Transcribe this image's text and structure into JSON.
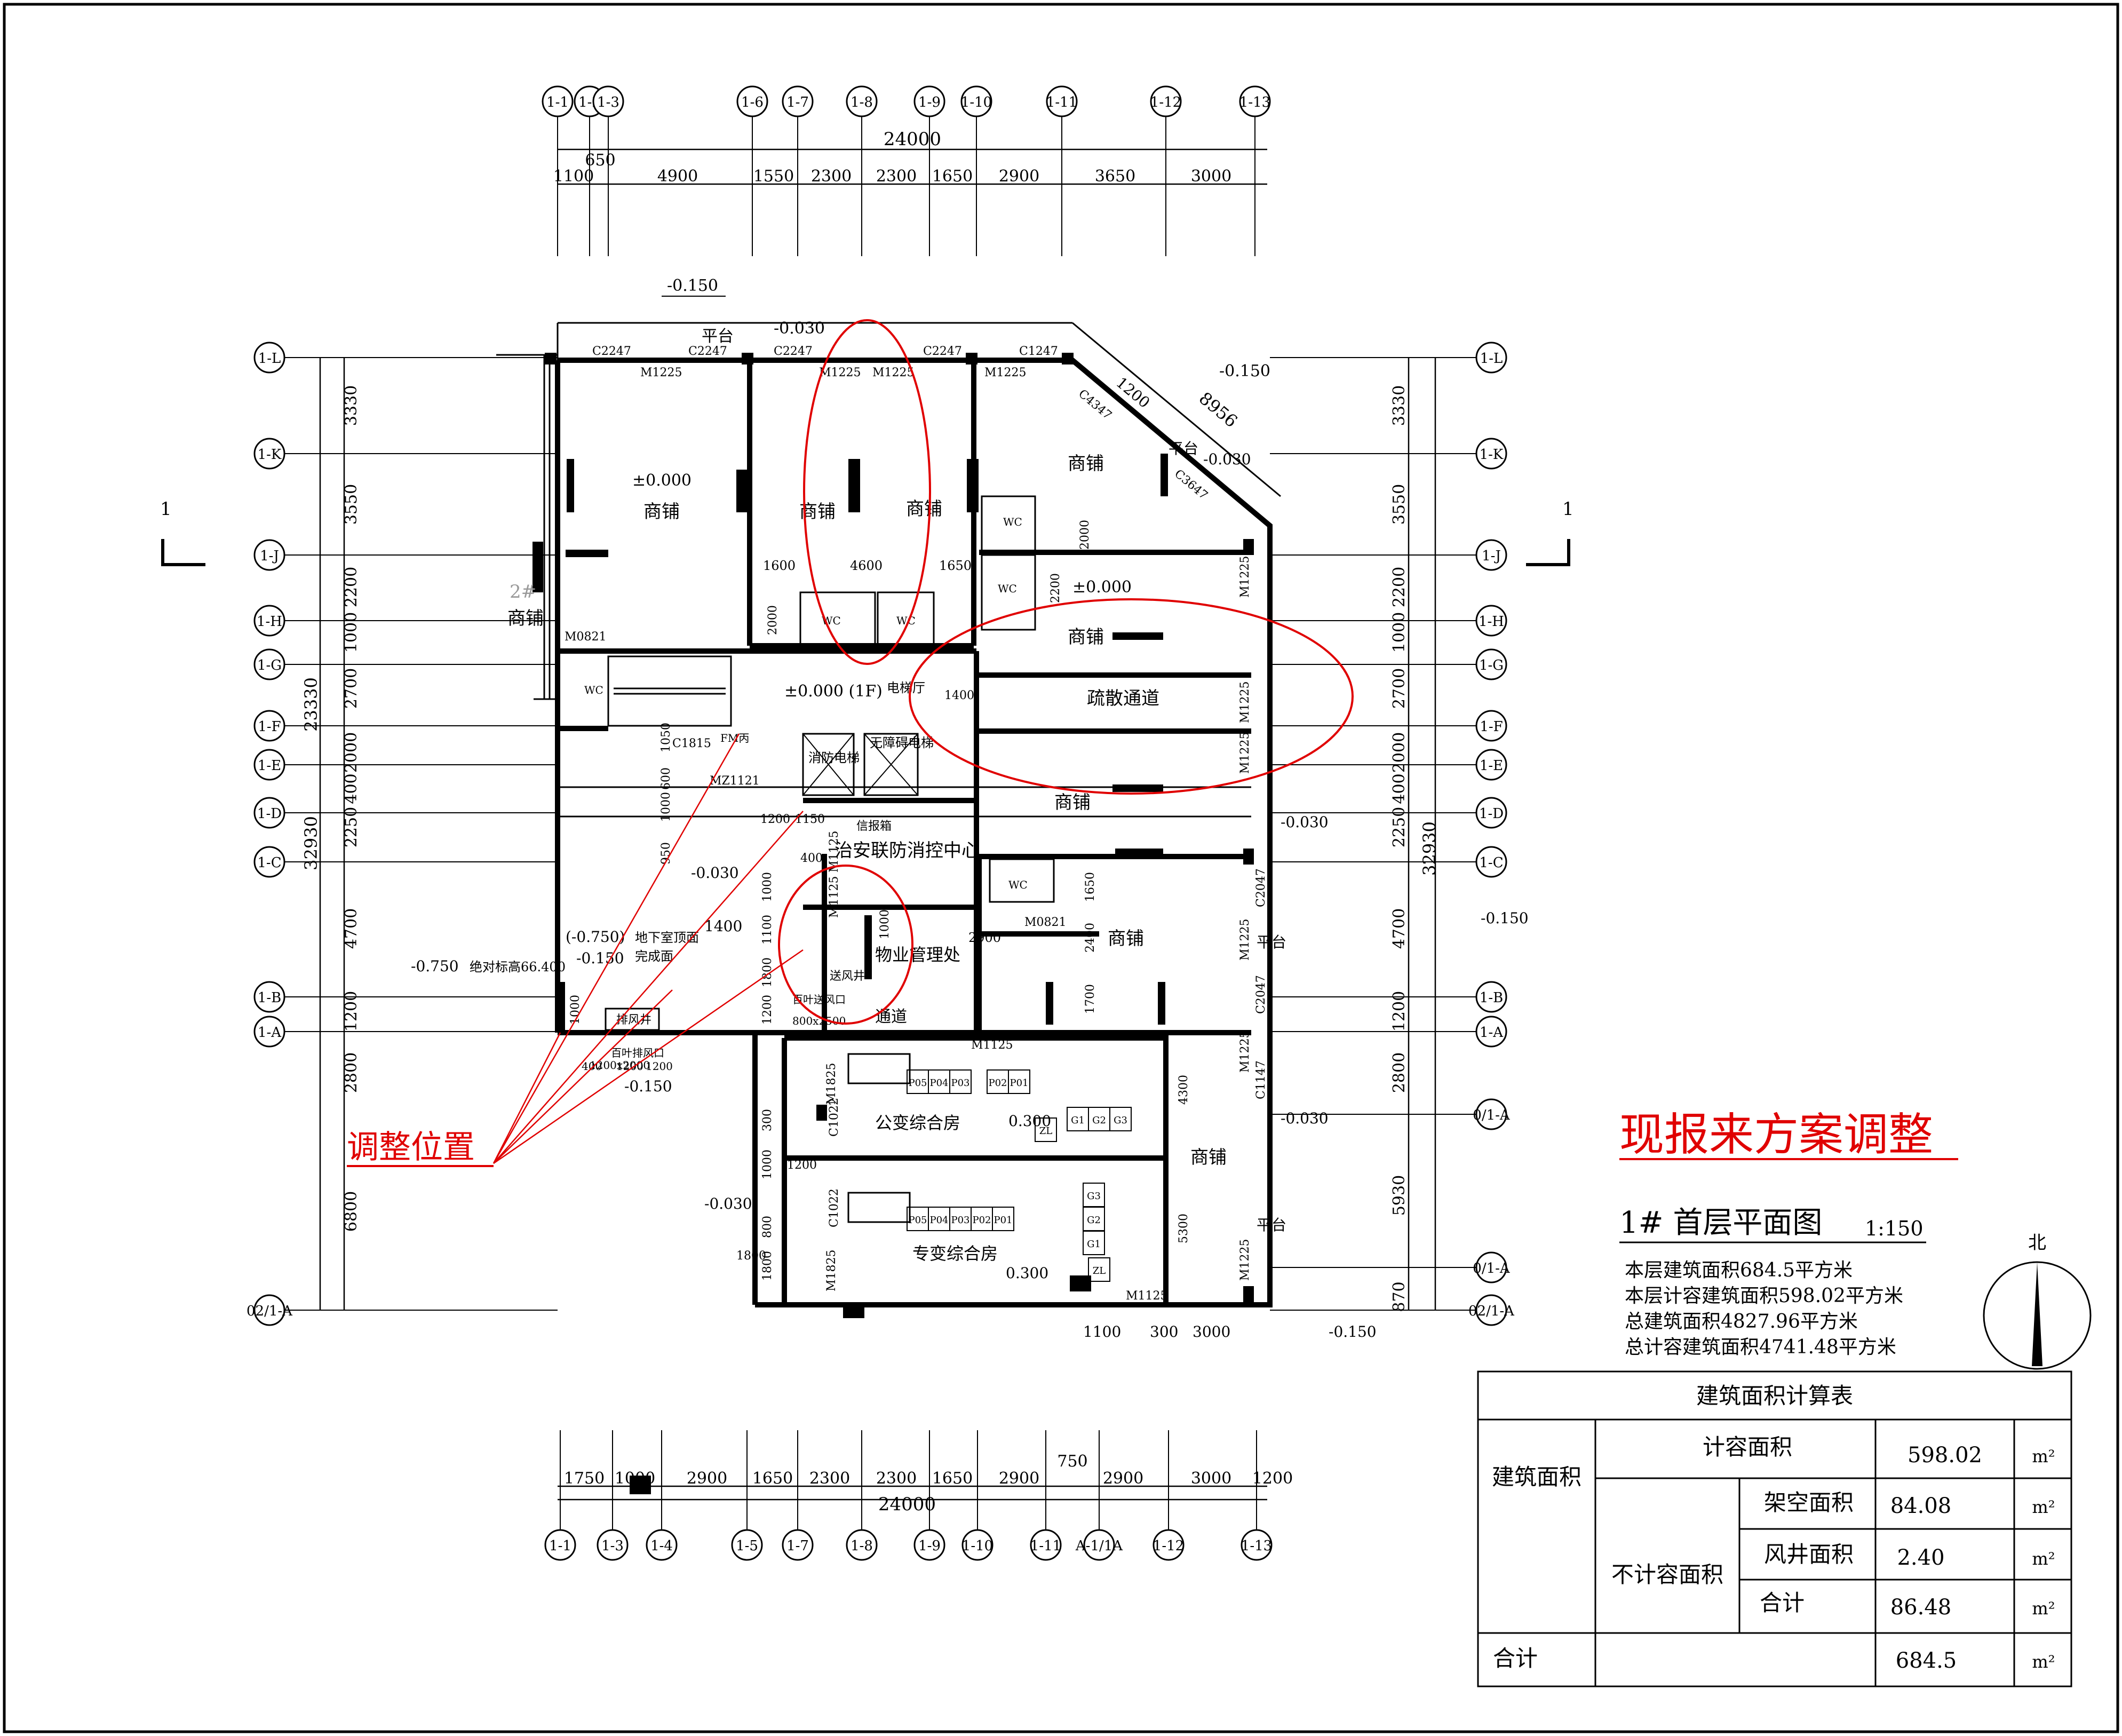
{
  "drawing": {
    "title": "1#  首层平面图",
    "scale": "1:150",
    "notice": "现报来方案调整",
    "adjust_label": "调整位置",
    "north": "北",
    "section_mark": "1",
    "area_notes": [
      "本层建筑面积684.5平方米",
      "本层计容建筑面积598.02平方米",
      "总建筑面积4827.96平方米",
      "总计容建筑面积4741.48平方米"
    ]
  },
  "axes": {
    "top": [
      "1-1",
      "1-2",
      "1-3",
      "1-6",
      "1-7",
      "1-8",
      "1-9",
      "1-10",
      "1-11",
      "1-12",
      "1-13"
    ],
    "bottom": [
      "1-1",
      "1-3",
      "1-4",
      "1-5",
      "1-7",
      "1-8",
      "1-9",
      "1-10",
      "1-11",
      "A-1/1A",
      "1-12",
      "1-13"
    ],
    "rows": [
      "1-L",
      "1-K",
      "1-J",
      "1-H",
      "1-G",
      "1-F",
      "1-E",
      "1-D",
      "1-C",
      "1-B",
      "1-A"
    ],
    "rows_right_extra": [
      "0/1-A",
      "0/1-A",
      "02/1-A"
    ],
    "row_left_extra": "02/1-A"
  },
  "dimensions": {
    "top_total": "24000",
    "top_small": "650",
    "top_segments": [
      "1100",
      "4900",
      "1550",
      "2300",
      "2300",
      "1650",
      "2900",
      "3650",
      "3000"
    ],
    "bottom_total": "24000",
    "bottom_top": "750",
    "bottom_segments": [
      "1750",
      "1000",
      "2900",
      "1650",
      "2300",
      "2300",
      "1650",
      "2900",
      "2900",
      "3000",
      "1200"
    ],
    "left_total_a": "23330",
    "left_total_b": "32930",
    "left_segments": [
      "3330",
      "3550",
      "2200",
      "1000",
      "2700",
      "2000",
      "400",
      "2250",
      "4700",
      "1200",
      "2800",
      "6800"
    ],
    "right_total": "32930",
    "right_segments": [
      "3330",
      "3550",
      "2200",
      "1000",
      "2700",
      "2000",
      "400",
      "2250",
      "4700",
      "1200",
      "2800",
      "5930",
      "870"
    ],
    "diag": "8956",
    "diag_small": "1200",
    "bottom_under": [
      "1100",
      "300",
      "3000"
    ]
  },
  "elevations": {
    "a": "-0.150",
    "b": "-0.030",
    "c": "±0.000",
    "d": "±0.000 (1F)",
    "e": "-0.750",
    "f": "绝对标高66.400",
    "g": "(-0.750)",
    "h": "地下室顶面",
    "i": "完成面",
    "j": "0.300",
    "k": "-0.030",
    "l": "-0.150"
  },
  "rooms": {
    "shop": "商铺",
    "shop2": "2#",
    "evac": "疏散通道",
    "security": "治安联防消控中心",
    "property": "物业管理处",
    "public_tx": "公变综合房",
    "special_tx": "专变综合房",
    "elevator_hall": "电梯厅",
    "fire_elevator": "消防电梯",
    "elevator2": "无障碍电梯",
    "corridor": "通道",
    "wc": "WC",
    "platform": "平台",
    "letter_box": "信报箱",
    "exhaust": "排风井",
    "supply": "送风井"
  },
  "tags": {
    "M1225": "M1225",
    "M0821": "M0821",
    "M1125": "M1125",
    "M1825": "M1825",
    "C2247": "C2247",
    "C1247": "C1247",
    "C4347": "C4347",
    "C3647": "C3647",
    "C2047": "C2047",
    "C1147": "C1147",
    "C1022": "C1022",
    "C1815": "C1815",
    "FM": "FM丙",
    "MZ1": "MZ1121",
    "louver": "百叶排风口",
    "louver_size": "1200x2000",
    "louver2": "百叶送风口",
    "louver2_size": "800x2500",
    "d1600": "1600",
    "d4600": "4600",
    "d1650": "1650",
    "d2000": "2000",
    "d2200": "2200",
    "d1400": "1400",
    "d1200": "1200",
    "d1150": "1150",
    "d400": "400",
    "d1000": "1000",
    "d1100": "1100",
    "d1800": "1800",
    "d2900": "2900",
    "d2400": "2400",
    "d1700": "1700",
    "d4300": "4300",
    "d5300": "5300",
    "d300": "300",
    "d800": "800",
    "d1050": "1050",
    "d950": "950",
    "d600": "600"
  },
  "panels": [
    "P05",
    "P04",
    "P03",
    "P02",
    "P01",
    "ZL",
    "G1",
    "G2",
    "G3"
  ],
  "table": {
    "title": "建筑面积计算表",
    "col_main": "建筑面积",
    "r1_label": "计容面积",
    "r1_value": "598.02",
    "sub_label": "不计容面积",
    "r2_label": "架空面积",
    "r2_value": "84.08",
    "r3_label": "风井面积",
    "r3_value": "2.40",
    "r4_label": "合计",
    "r4_value": "86.48",
    "total_label": "合计",
    "total_value": "684.5",
    "unit": "m²"
  }
}
